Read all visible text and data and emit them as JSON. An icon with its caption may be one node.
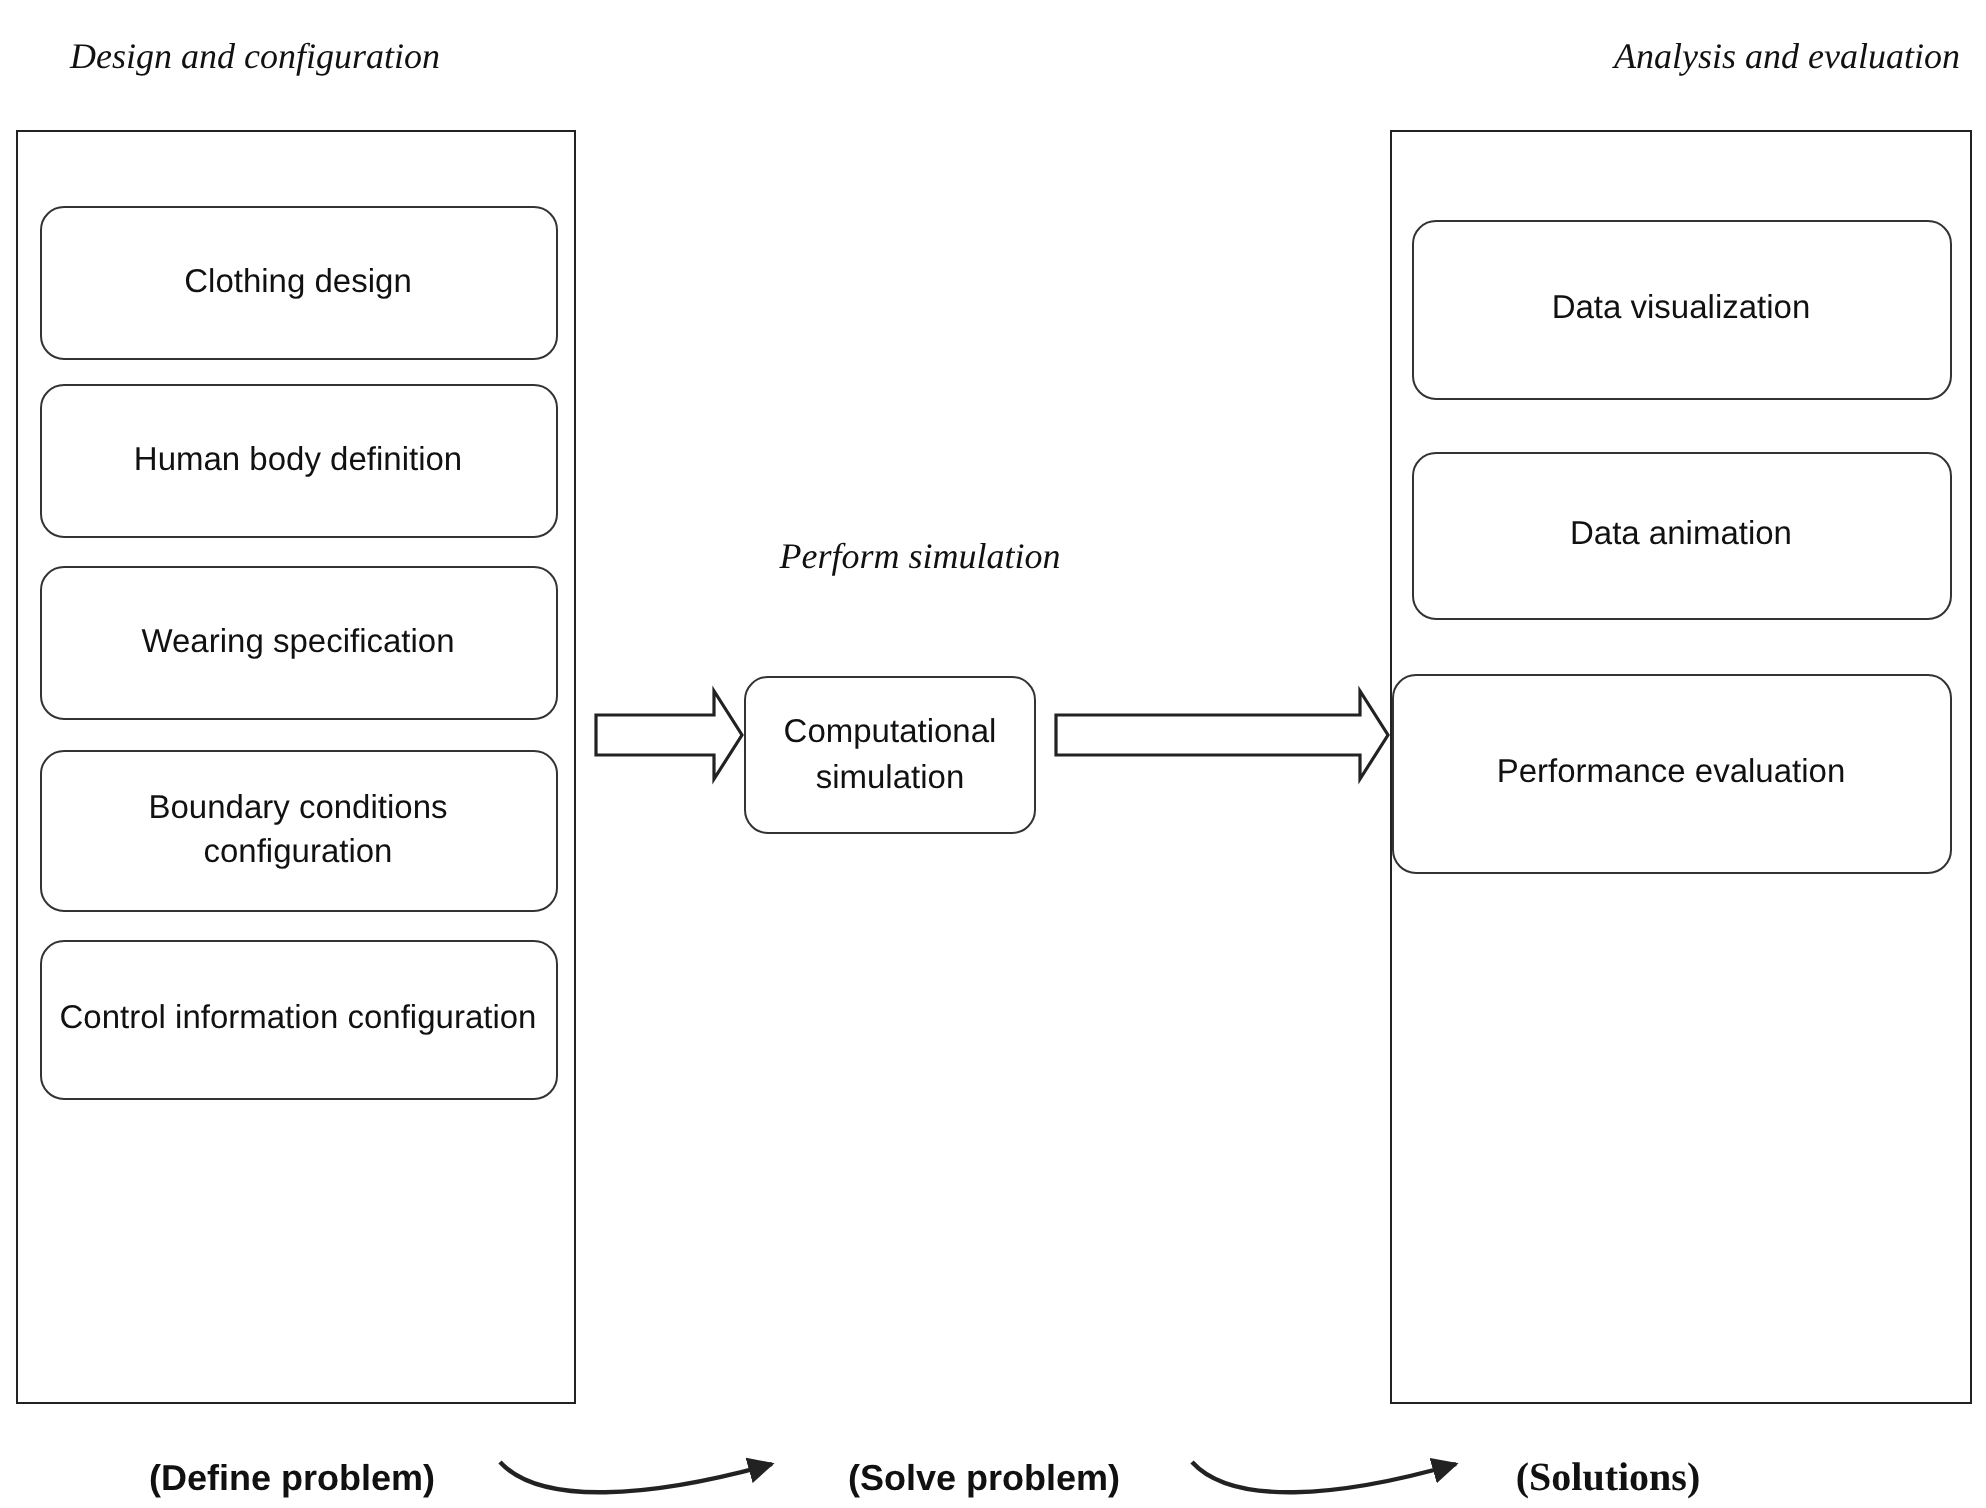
{
  "diagram": {
    "nodes": [
      {
        "text": [
          "Design and configuration"
        ]
      },
      {
        "text": [
          "Clothing design"
        ],
        "in": 0
      },
      {
        "text": [
          "Human body definition"
        ],
        "in": 0
      },
      {
        "text": [
          "Wearing specification"
        ],
        "in": 0
      },
      {
        "text": [
          "Boundary conditions configuration"
        ],
        "in": 0
      },
      {
        "text": [
          "Control information configuration"
        ],
        "in": 0
      },
      {
        "text": [
          "Computational simulation"
        ],
        "beside": [
          "Perform simulation"
        ]
      },
      {
        "text": [
          "Analysis and evaluation"
        ]
      },
      {
        "text": [
          "Data visualization"
        ],
        "in": 7
      },
      {
        "text": [
          "Data animation"
        ],
        "in": 7
      },
      {
        "text": [
          "Performance evaluation"
        ],
        "in": 7
      },
      {
        "text": [
          "(Define problem)"
        ]
      },
      {
        "text": [
          "(Solve problem)"
        ]
      },
      {
        "text": [
          "(Solutions)"
        ]
      }
    ],
    "edges": [
      {
        "from": 0,
        "to": 6,
        "arrow": "to"
      },
      {
        "from": 6,
        "to": 7,
        "arrow": "to"
      },
      {
        "from": 11,
        "to": 12,
        "arrow": "to"
      },
      {
        "from": 12,
        "to": 13,
        "arrow": "to"
      }
    ]
  }
}
